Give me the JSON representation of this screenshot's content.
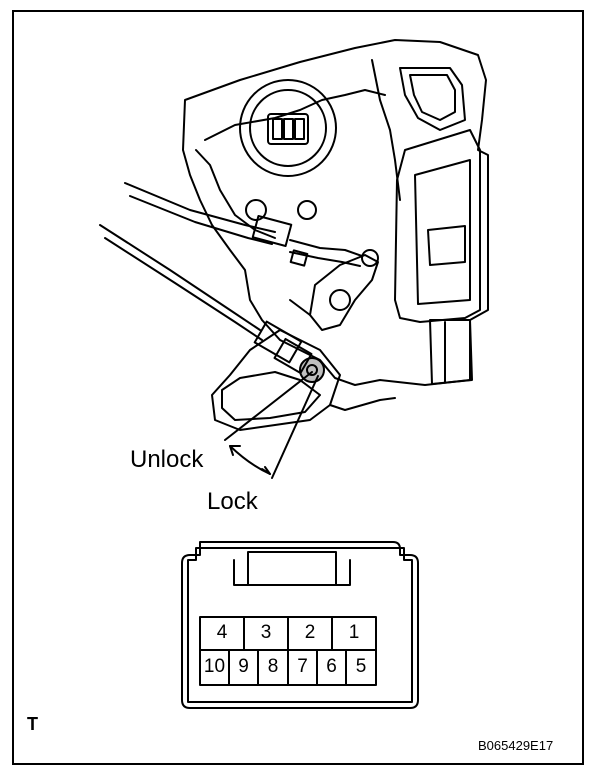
{
  "labels": {
    "unlock": "Unlock",
    "lock": "Lock",
    "corner_mark": "T",
    "figure_code": "B065429E17"
  },
  "connector": {
    "top_row_pins": [
      "4",
      "3",
      "2",
      "1"
    ],
    "bottom_row_pins": [
      "10",
      "9",
      "8",
      "7",
      "6",
      "5"
    ]
  },
  "colors": {
    "line": "#000000",
    "background": "#ffffff"
  }
}
